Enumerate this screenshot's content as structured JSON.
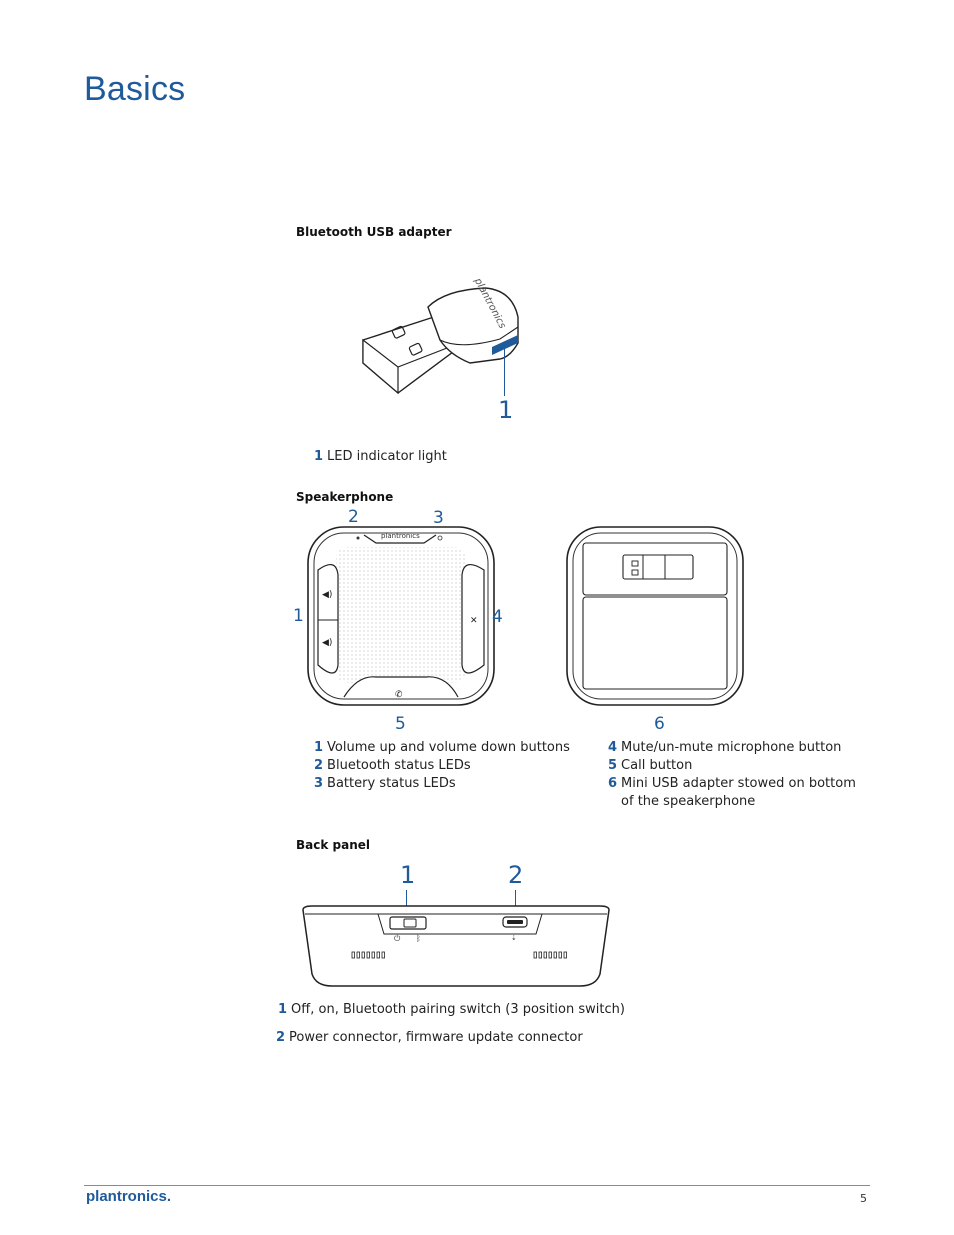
{
  "page": {
    "title": "Basics",
    "page_number": "5",
    "footer_logo": "plantronics."
  },
  "usb_adapter": {
    "heading": "Bluetooth USB adapter",
    "logo_text": "plantronics",
    "callout": "1",
    "items": [
      {
        "num": "1",
        "text": "LED indicator light"
      }
    ]
  },
  "speakerphone": {
    "heading": "Speakerphone",
    "logo_text": "plantronics",
    "callouts": [
      "1",
      "2",
      "3",
      "4",
      "5",
      "6"
    ],
    "items_left": [
      {
        "num": "1",
        "text": "Volume up and volume down buttons"
      },
      {
        "num": "2",
        "text": "Bluetooth status LEDs"
      },
      {
        "num": "3",
        "text": "Battery status LEDs"
      }
    ],
    "items_right": [
      {
        "num": "4",
        "text": "Mute/un-mute microphone button"
      },
      {
        "num": "5",
        "text": "Call button"
      },
      {
        "num": "6",
        "text": "Mini USB adapter stowed on bottom of the speakerphone"
      }
    ]
  },
  "back_panel": {
    "heading": "Back panel",
    "callouts": [
      "1",
      "2"
    ],
    "items": [
      {
        "num": "1",
        "text": "Off, on, Bluetooth pairing switch (3 position switch)"
      },
      {
        "num": "2",
        "text": "Power connector, firmware update connector"
      }
    ]
  }
}
